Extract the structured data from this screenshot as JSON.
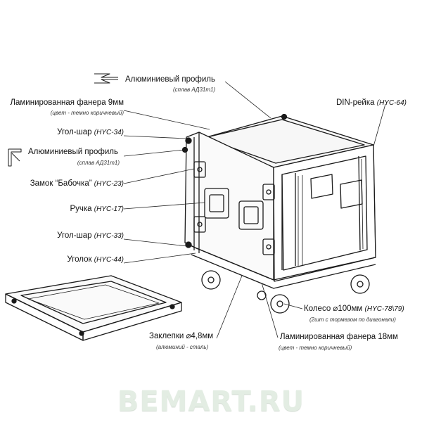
{
  "labels": {
    "profile_top": {
      "name": "Алюминиевый профиль",
      "note": "(сплав АД31т1)"
    },
    "plywood_9": {
      "name": "Ламинированная фанера 9мм",
      "note": "(цвет - темно коричневый)"
    },
    "corner_ball_34": {
      "name": "Угол-шар",
      "code": "(HYC-34)"
    },
    "profile_side": {
      "name": "Алюминиевый профиль",
      "note": "(сплав АД31т1)"
    },
    "butterfly_lock": {
      "name": "Замок “Бабочка”",
      "code": "(HYC-23)"
    },
    "handle": {
      "name": "Ручка",
      "code": "(HYC-17)"
    },
    "corner_ball_33": {
      "name": "Угол-шар",
      "code": "(HYC-33)"
    },
    "corner_44": {
      "name": "Уголок",
      "code": "(HYC-44)"
    },
    "din_rail": {
      "name": "DIN-рейка",
      "code": "(HYC-64)"
    },
    "wheel": {
      "name": "Колесо ⌀100мм",
      "code": "(HYC-78\\79)",
      "note": "(2шт с тормазом по диагонали)"
    },
    "rivets": {
      "name": "Заклепки ⌀4,8мм",
      "note": "(алюминий - сталь)"
    },
    "plywood_18": {
      "name": "Ламинированная фанера 18мм",
      "note": "(цвет - темно коричневый)"
    }
  },
  "watermark": "BEMART.RU",
  "colors": {
    "line": "#1a1a1a",
    "leader": "#222222",
    "panel": "#f7f7f7",
    "watermark": "#e3ede3"
  }
}
